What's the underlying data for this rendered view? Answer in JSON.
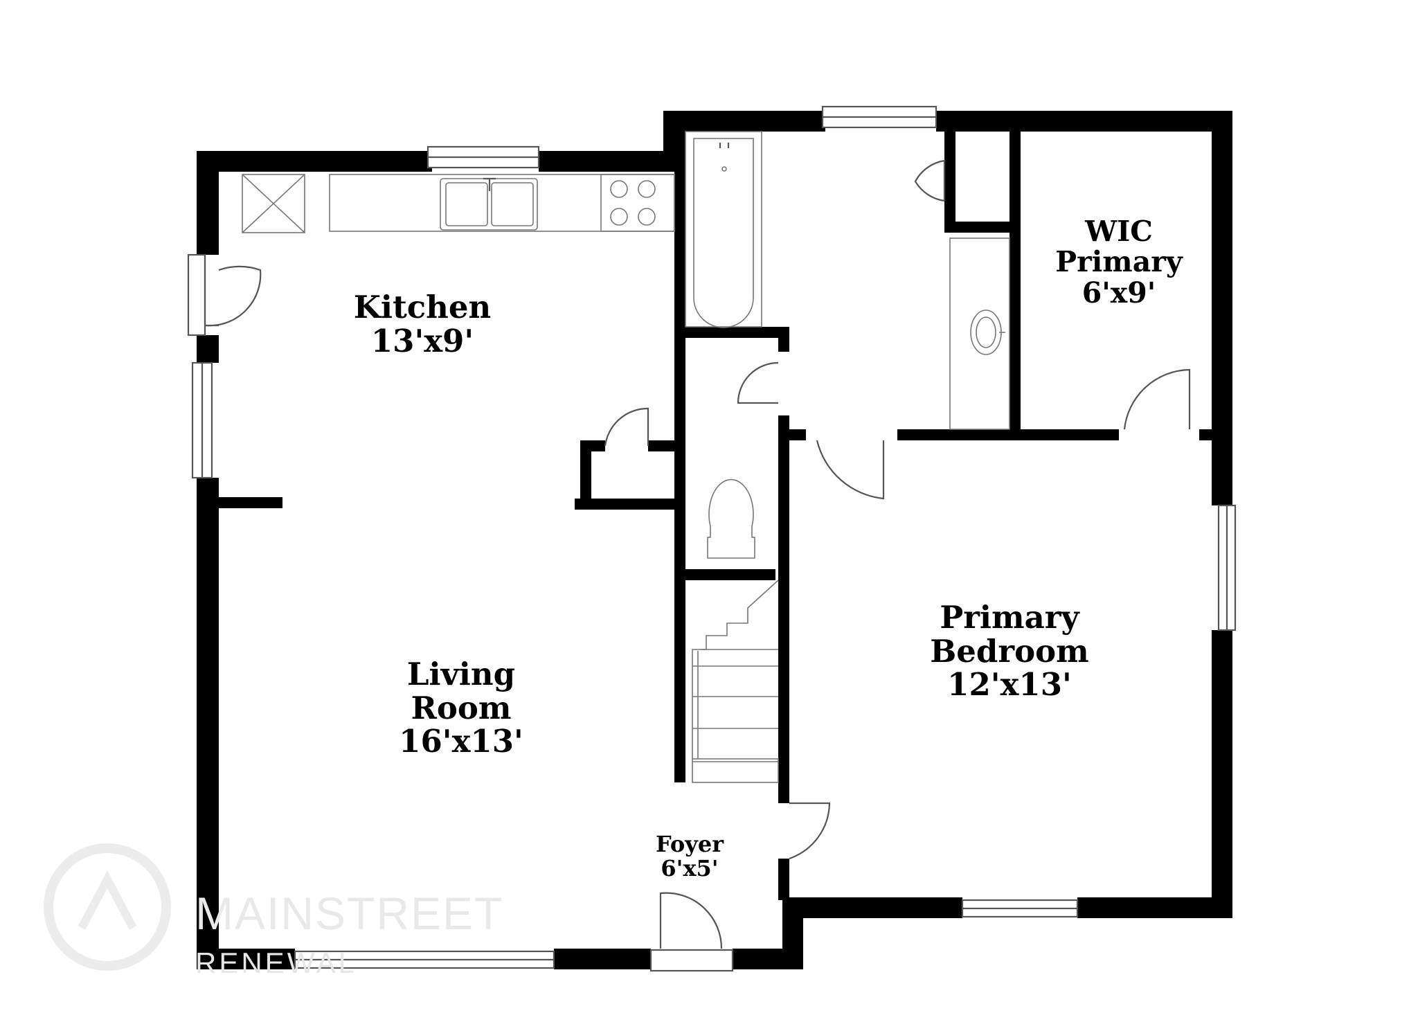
{
  "rooms": {
    "kitchen": {
      "name": "Kitchen",
      "size": "13'x9'"
    },
    "living_room": {
      "name_line1": "Living",
      "name_line2": "Room",
      "size": "16'x13'"
    },
    "wic": {
      "name_line1": "WIC",
      "name_line2": "Primary",
      "size": "6'x9'"
    },
    "primary_bedroom": {
      "name_line1": "Primary",
      "name_line2": "Bedroom",
      "size": "12'x13'"
    },
    "foyer": {
      "name": "Foyer",
      "size": "6'x5'"
    }
  },
  "watermark": {
    "brand": "MAINSTREET",
    "sub": "RENEWAL"
  },
  "colors": {
    "wall": "#000000",
    "fixture_line": "#555555",
    "watermark": "#e9e9e9"
  }
}
